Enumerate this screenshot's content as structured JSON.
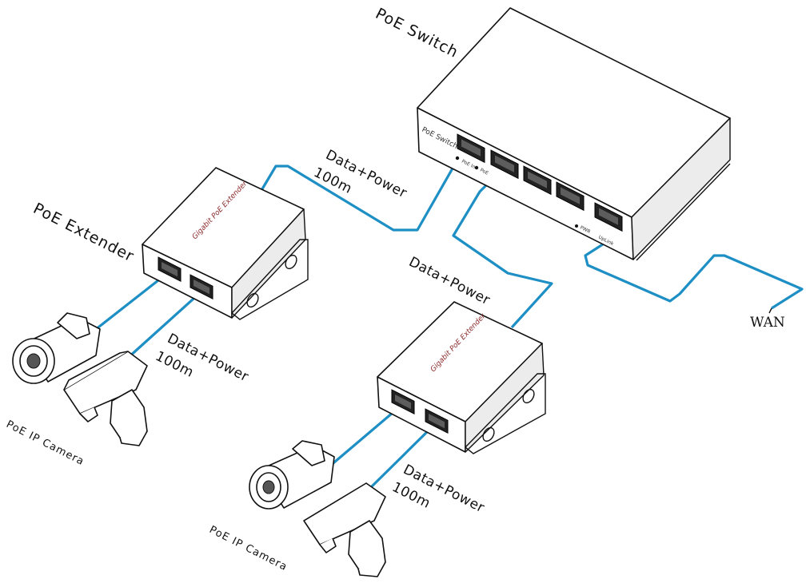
{
  "diagram": {
    "labels": {
      "switch": "PoE Switch",
      "switch_front": "PoE Switch",
      "extender": "PoE Extender",
      "cable_top_a": "Data+Power",
      "cable_top_b": "100m",
      "cable_mid": "Data+Power",
      "cable_left_a": "Data+Power",
      "cable_left_b": "100m",
      "cable_right_a": "Data+Power",
      "cable_right_b": "100m",
      "camera_left": "PoE IP Camera",
      "camera_right": "PoE IP Camera",
      "wan": "WAN",
      "extender_brand": "Gigabit PoE Extender",
      "port_pin": "PoE In",
      "port_poe": "PoE",
      "port_pwr": "PWR",
      "port_uplink": "UpLink"
    },
    "colors": {
      "cable": "#1e8fc4",
      "outline": "#111111",
      "brand_text": "#8b2a2a"
    }
  }
}
